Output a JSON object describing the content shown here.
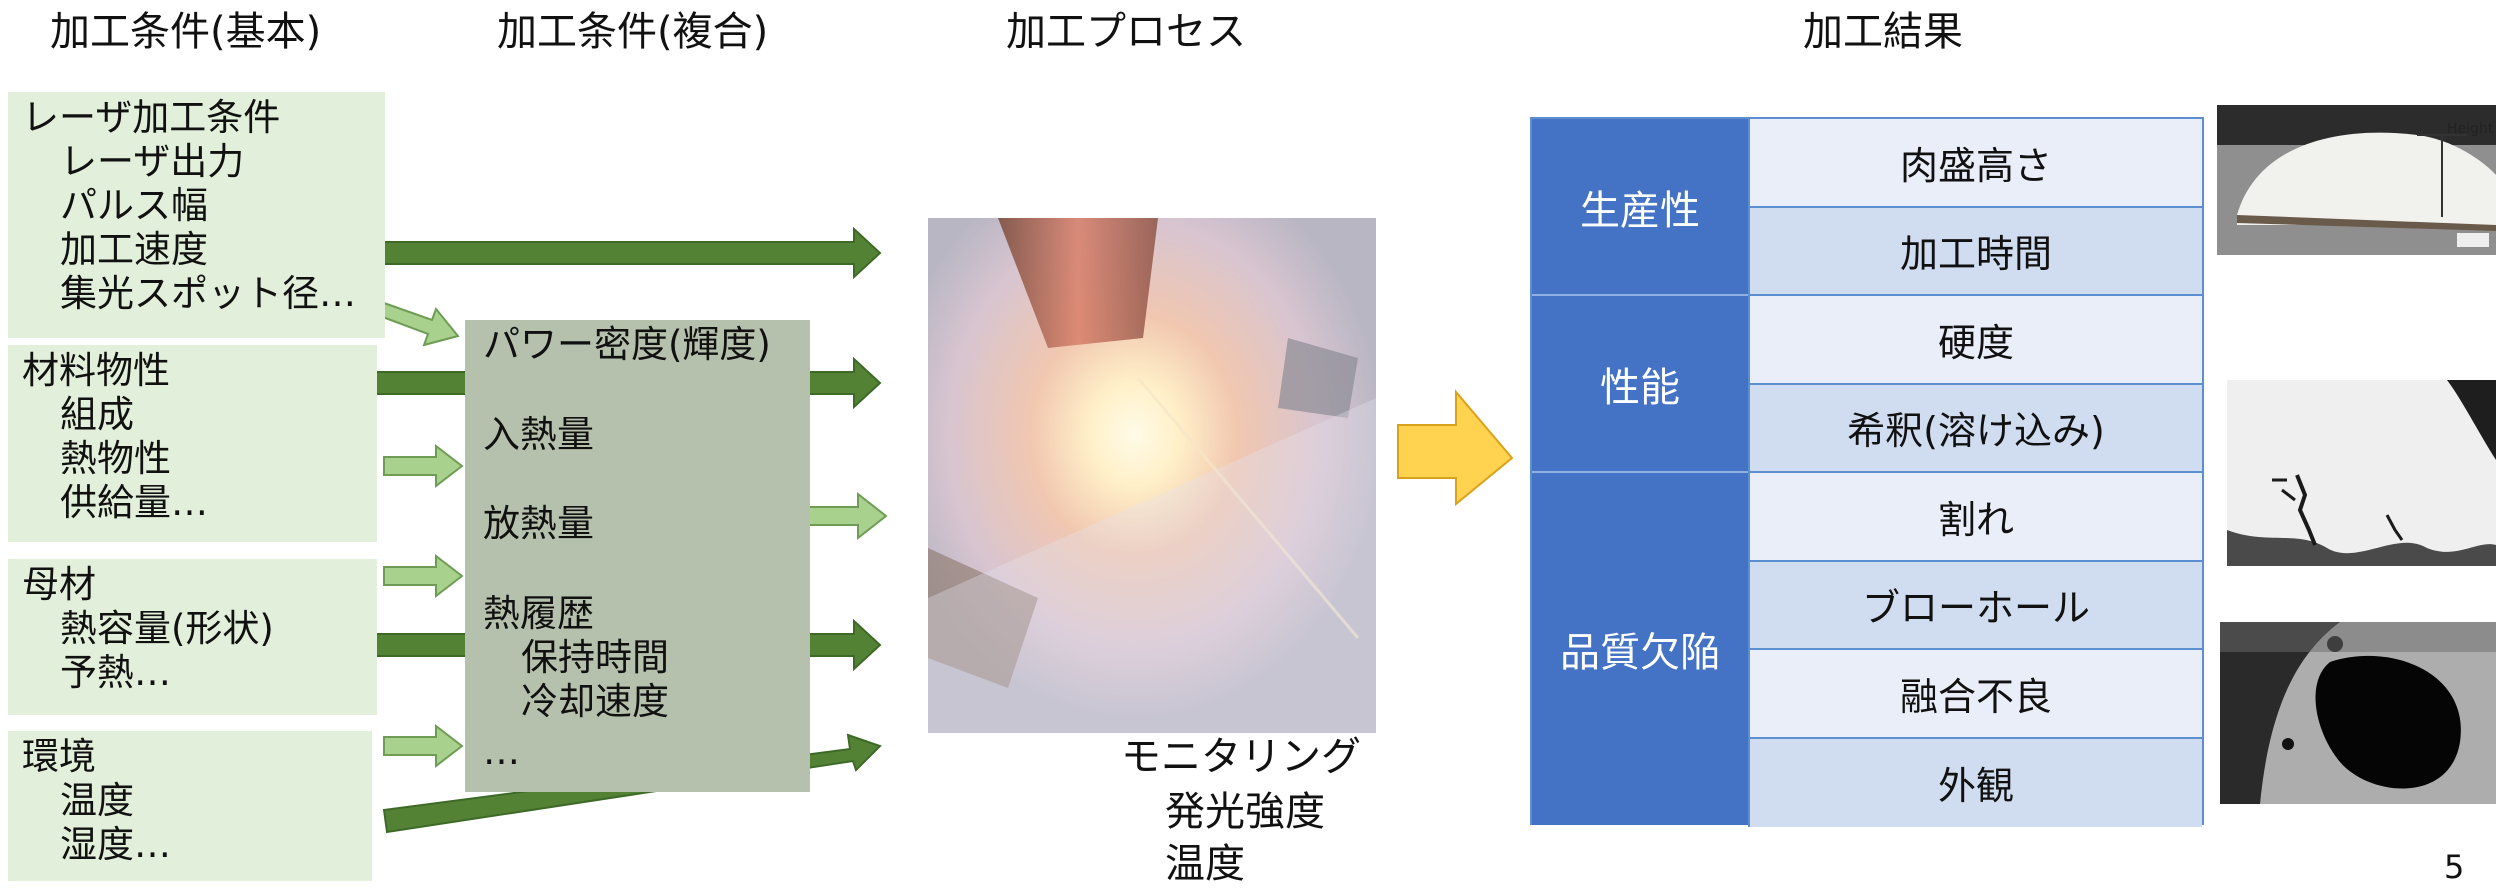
{
  "headers": {
    "basic": "加工条件(基本)",
    "combined": "加工条件(複合)",
    "process": "加工プロセス",
    "results": "加工結果"
  },
  "basic_conditions": [
    {
      "title": "レーザ加工条件",
      "items": [
        "レーザ出力",
        "パルス幅",
        "加工速度",
        "集光スポット径…"
      ]
    },
    {
      "title": "材料物性",
      "items": [
        "組成",
        "熱物性",
        "供給量…"
      ]
    },
    {
      "title": "母材",
      "items": [
        "熱容量(形状)",
        "予熱…"
      ]
    },
    {
      "title": "環境",
      "items": [
        "温度",
        "湿度…"
      ]
    }
  ],
  "combined_conditions": {
    "power_density": "パワー密度(輝度)",
    "heat_input": "入熱量",
    "heat_dissipation": "放熱量",
    "thermal_history": "熱履歴",
    "holding_time": "保持時間",
    "cooling_rate": "冷却速度",
    "etc": "…"
  },
  "monitoring": {
    "title": "モニタリング",
    "items": [
      "発光強度",
      "温度"
    ]
  },
  "results": [
    {
      "category": "生産性",
      "items": [
        "肉盛高さ",
        "加工時間"
      ]
    },
    {
      "category": "性能",
      "items": [
        "硬度",
        "希釈(溶け込み)"
      ]
    },
    {
      "category": "品質欠陥",
      "items": [
        "割れ",
        "ブローホール",
        "融合不良",
        "外観"
      ]
    }
  ],
  "photo_label": "Height",
  "page_number": "5",
  "colors": {
    "basic_box": "#e2efda",
    "combined_box": "#b6c1ad",
    "dark_arrow": "#548235",
    "light_arrow": "#a9d18e",
    "big_arrow": "#ffd34f",
    "category_blue": "#4472c4",
    "result_light": "#e9eef8",
    "result_dark": "#d0dcef"
  }
}
